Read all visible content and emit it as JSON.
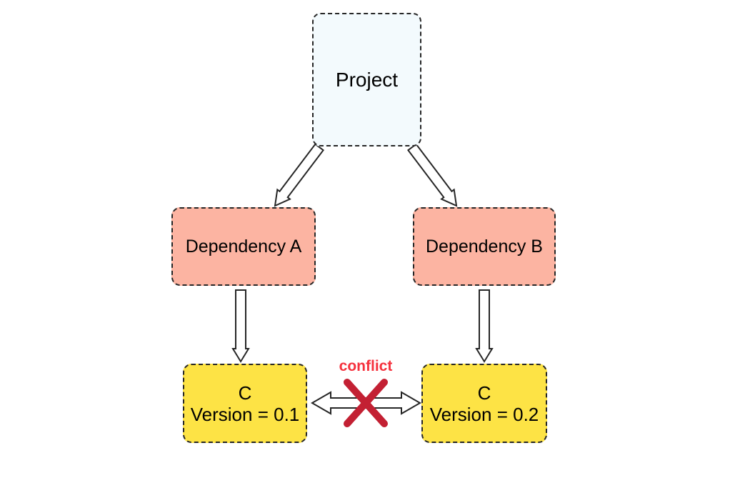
{
  "diagram": {
    "nodes": {
      "project": {
        "label": "Project",
        "fill": "#f3fafd"
      },
      "dependency_a": {
        "label": "Dependency A",
        "fill": "#fcb4a2"
      },
      "dependency_b": {
        "label": "Dependency B",
        "fill": "#fcb4a2"
      },
      "c_v01": {
        "label": "C",
        "version_line": "Version = 0.1",
        "fill": "#fde345"
      },
      "c_v02": {
        "label": "C",
        "version_line": "Version = 0.2",
        "fill": "#fde345"
      }
    },
    "edges": [
      {
        "from": "project",
        "to": "dependency_a"
      },
      {
        "from": "project",
        "to": "dependency_b"
      },
      {
        "from": "dependency_a",
        "to": "c_v01"
      },
      {
        "from": "dependency_b",
        "to": "c_v02"
      }
    ],
    "conflict": {
      "label": "conflict",
      "label_color": "#f5313d",
      "x_color": "#c32033",
      "between": [
        "c_v01",
        "c_v02"
      ]
    },
    "style": {
      "border_color": "#262626",
      "background": "#ffffff"
    }
  }
}
